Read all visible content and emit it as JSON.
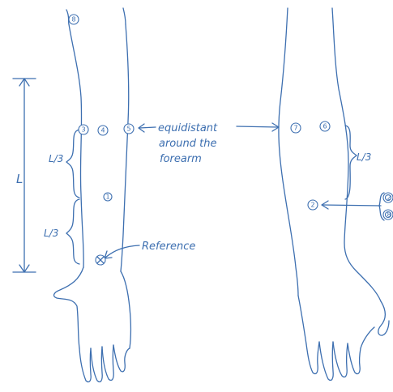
{
  "labels": {
    "length_symbol": "L",
    "third_left_upper": "L/3",
    "third_left_lower": "L/3",
    "third_right": "L/3",
    "equidistant_line1": "equidistant",
    "equidistant_line2": "around the",
    "equidistant_line3": "forearm",
    "reference": "Reference"
  },
  "electrodes": {
    "e1": "1",
    "e2": "2",
    "e3": "3",
    "e4": "4",
    "e5": "5",
    "e6": "6",
    "e7": "7",
    "e8": "8",
    "e_edge1": "2",
    "e_edge2": "8"
  },
  "colors": {
    "ink": "#3d6fb0",
    "paper": "#ffffff"
  }
}
